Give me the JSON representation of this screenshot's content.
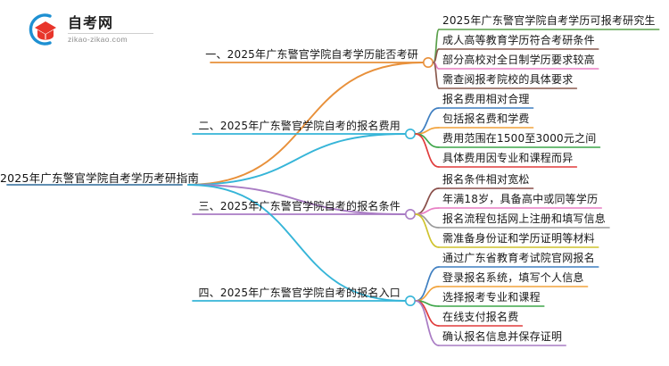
{
  "logo": {
    "name": "自考网",
    "url": "zikao-zikao.com",
    "mark_icon": "graduation-cap-icon",
    "arc_color": "#1e90d2",
    "cap_color": "#e8352b"
  },
  "mindmap": {
    "center": {
      "label": "2025年广东警官学院自考学历考研指南",
      "underline_color": "#4a7fa8"
    },
    "branches": [
      {
        "label": "一、2025年广东警官学院自考学历能否考研",
        "color": "#e8903a",
        "leaves": [
          {
            "label": "2025年广东警官学院自考学历可报考研究生",
            "color": "#5aa04a"
          },
          {
            "label": "成人高等教育学历符合考研条件",
            "color": "#8a5a4e"
          },
          {
            "label": "部分高校对全日制学历要求较高",
            "color": "#e87fc4"
          },
          {
            "label": "需查阅报考院校的具体要求",
            "color": "#8a5a4e"
          }
        ]
      },
      {
        "label": "二、2025年广东警官学院自考的报名费用",
        "color": "#36b5d8",
        "leaves": [
          {
            "label": "报名费用相对合理",
            "color": "#3f7fc1"
          },
          {
            "label": "包括报名费和学费",
            "color": "#f2a33c"
          },
          {
            "label": "费用范围在1500至3000元之间",
            "color": "#3fa64a"
          },
          {
            "label": "具体费用因专业和课程而异",
            "color": "#e03c3c"
          }
        ]
      },
      {
        "label": "三、2025年广东警官学院自考的报名条件",
        "color": "#a97cc4",
        "leaves": [
          {
            "label": "报名条件相对宽松",
            "color": "#8a4f4a"
          },
          {
            "label": "年满18岁，具备高中或同等学历",
            "color": "#e87fc4"
          },
          {
            "label": "报名流程包括网上注册和填写信息",
            "color": "#9a9a9a"
          },
          {
            "label": "需准备身份证和学历证明等材料",
            "color": "#cfc32e"
          }
        ]
      },
      {
        "label": "四、2025年广东警官学院自考的报名入口",
        "color": "#36b5d8",
        "leaves": [
          {
            "label": "通过广东省教育考试院官网报名",
            "color": "#3f7fc1"
          },
          {
            "label": "登录报名系统，填写个人信息",
            "color": "#f2a33c"
          },
          {
            "label": "选择报考专业和课程",
            "color": "#3fa64a"
          },
          {
            "label": "在线支付报名费",
            "color": "#e03c3c"
          },
          {
            "label": "确认报名信息并保存证明",
            "color": "#a97cc4"
          }
        ]
      }
    ]
  }
}
